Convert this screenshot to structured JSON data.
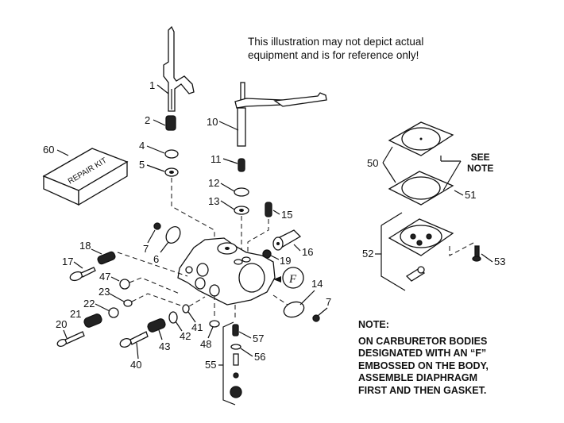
{
  "disclaimer": {
    "line1": "This illustration may not depict actual",
    "line2": "equipment and is for reference only!"
  },
  "note": {
    "title": "NOTE:",
    "lines": [
      "ON CARBURETOR BODIES",
      "DESIGNATED WITH AN “F”",
      "EMBOSSED ON THE BODY,",
      "ASSEMBLE DIAPHRAGM",
      "FIRST AND THEN GASKET."
    ]
  },
  "see_note": {
    "line1": "SEE",
    "line2": "NOTE"
  },
  "repair_kit": {
    "text": "REPAIR KIT"
  },
  "f_emboss": {
    "text": "F"
  },
  "parts": {
    "p1": "1",
    "p2": "2",
    "p4": "4",
    "p5": "5",
    "p6": "6",
    "p7a": "7",
    "p7b": "7",
    "p10": "10",
    "p11": "11",
    "p12": "12",
    "p13": "13",
    "p14": "14",
    "p15": "15",
    "p16": "16",
    "p17": "17",
    "p18": "18",
    "p19": "19",
    "p20": "20",
    "p21": "21",
    "p22": "22",
    "p23": "23",
    "p40": "40",
    "p41": "41",
    "p42": "42",
    "p43": "43",
    "p47": "47",
    "p48": "48",
    "p50": "50",
    "p51": "51",
    "p52": "52",
    "p53": "53",
    "p55": "55",
    "p56": "56",
    "p57": "57",
    "p60": "60"
  }
}
